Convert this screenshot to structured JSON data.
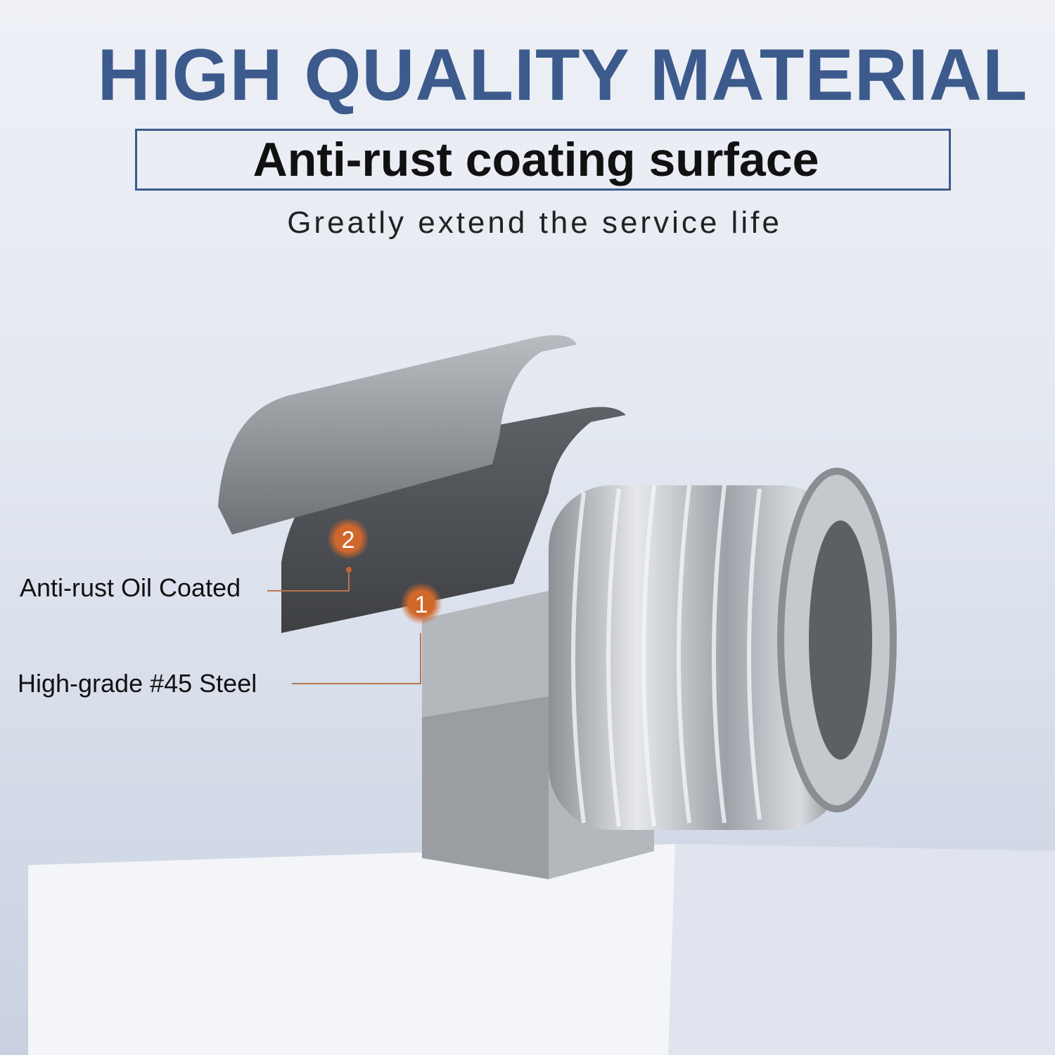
{
  "header": {
    "title": "HIGH QUALITY MATERIAL",
    "subtitle": "Anti-rust coating surface",
    "tagline": "Greatly extend the service life"
  },
  "callouts": [
    {
      "number": "2",
      "label": "Anti-rust Oil Coated"
    },
    {
      "number": "1",
      "label": "High-grade #45 Steel"
    }
  ],
  "colors": {
    "accent": "#3c5b8c",
    "callout": "#c8642c"
  }
}
